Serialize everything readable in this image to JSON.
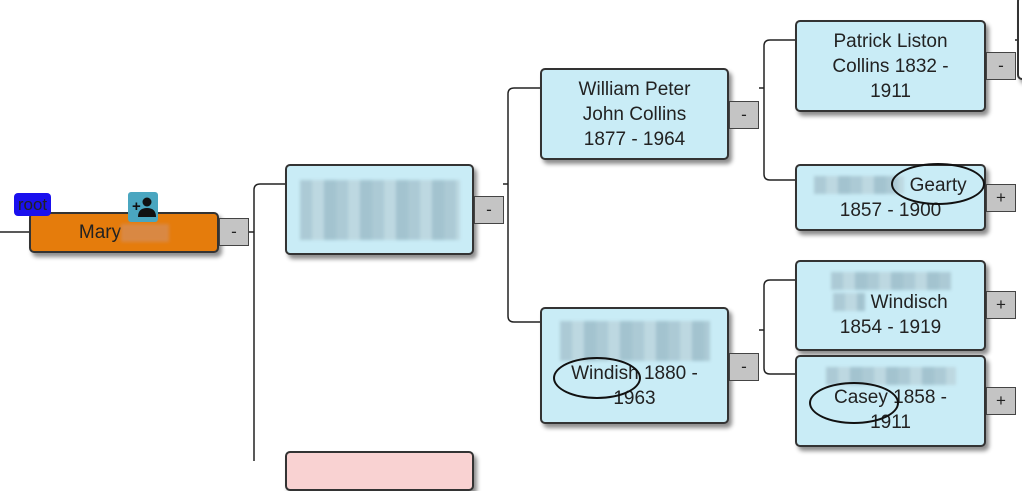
{
  "root_badge": "root",
  "focus_person": {
    "first_name": "Mary"
  },
  "nodes": {
    "william": {
      "line1": "William Peter",
      "line2": "John Collins",
      "line3": "1877 - 1964"
    },
    "windish": {
      "surname": "Windish",
      "years": "1880 -",
      "years2": "1963"
    },
    "patrick": {
      "line1": "Patrick Liston",
      "line2": "Collins 1832 -",
      "line3": "1911"
    },
    "gearty": {
      "surname": "Gearty",
      "years": "1857 - 1900"
    },
    "windisch": {
      "surname": "Windisch",
      "years": "1854 - 1919"
    },
    "casey": {
      "surname": "Casey",
      "years": "1858 -",
      "years2": "1911"
    }
  },
  "toggles": {
    "collapse": "-",
    "expand": "+"
  },
  "colors": {
    "focus": "#e57c0c",
    "node": "#c9ecf6",
    "root": "#1a10ee",
    "female_placeholder": "#f9d2d2"
  }
}
